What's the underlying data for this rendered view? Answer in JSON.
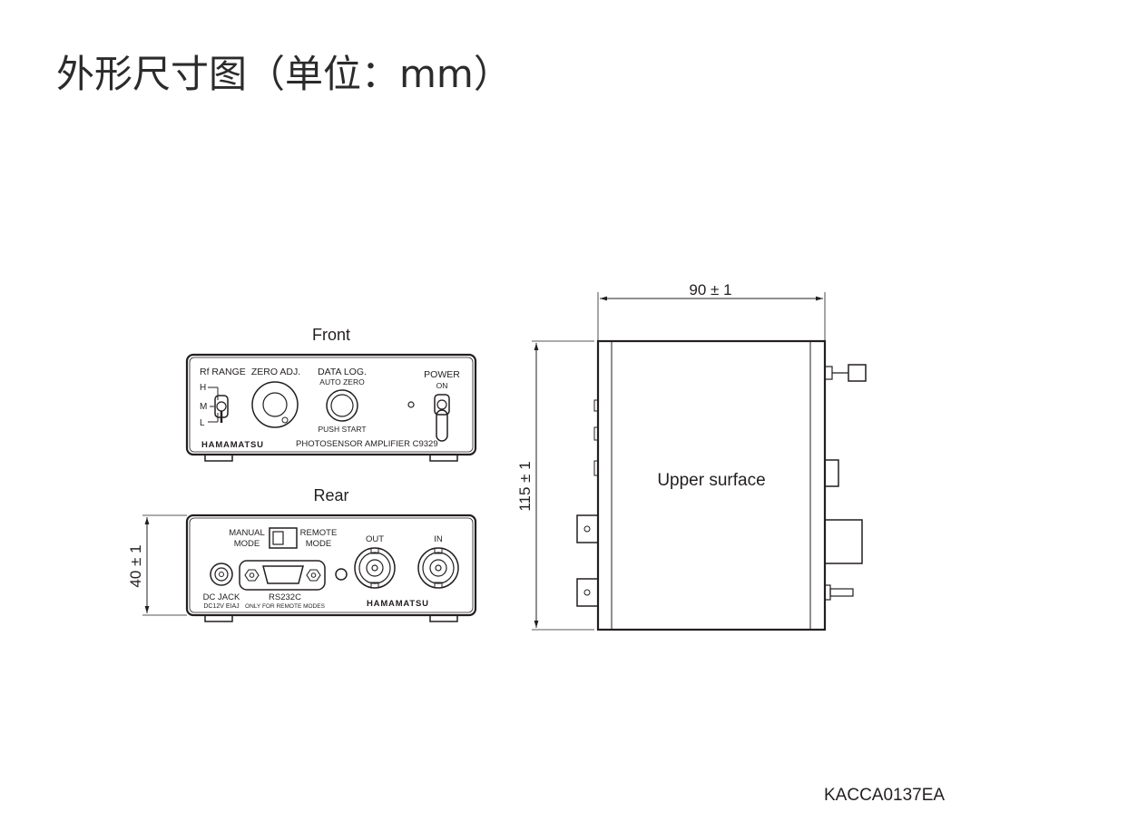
{
  "title": "外形尺寸图（单位：mm）",
  "front": {
    "heading": "Front",
    "rf_range": "Rf RANGE",
    "h": "H",
    "m": "M",
    "l": "L",
    "zero_adj": "ZERO ADJ.",
    "data_log": "DATA LOG.",
    "auto_zero": "AUTO ZERO",
    "push_start": "PUSH START",
    "power": "POWER",
    "on": "ON",
    "brand": "HAMAMATSU",
    "model": "PHOTOSENSOR AMPLIFIER C9329"
  },
  "rear": {
    "heading": "Rear",
    "manual_mode_1": "MANUAL",
    "manual_mode_2": "MODE",
    "remote_mode_1": "REMOTE",
    "remote_mode_2": "MODE",
    "out": "OUT",
    "in": "IN",
    "dc_jack": "DC JACK",
    "dc_spec": "DC12V EIAJ",
    "rs232c": "RS232C",
    "remote_note": "ONLY FOR REMOTE MODES",
    "brand": "HAMAMATSU"
  },
  "top": {
    "label": "Upper surface"
  },
  "dimensions": {
    "height": "40 ± 1",
    "depth": "115 ± 1",
    "width": "90 ± 1"
  },
  "drawing_code": "KACCA0137EA"
}
